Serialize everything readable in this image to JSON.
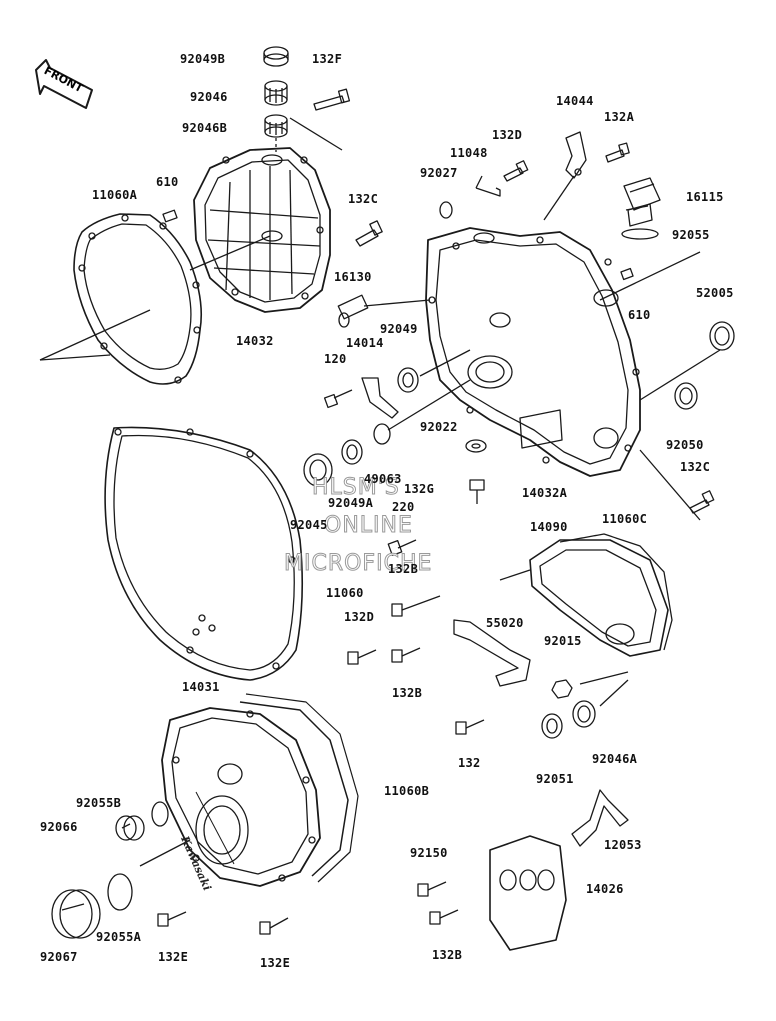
{
  "front_label": "FRONT",
  "watermark": [
    "HLSM'S",
    "ONLINE",
    "MICROFICHE"
  ],
  "parts": [
    {
      "id": "p-92049b",
      "text": "92049B"
    },
    {
      "id": "p-132f",
      "text": "132F"
    },
    {
      "id": "p-92046",
      "text": "92046"
    },
    {
      "id": "p-92046b",
      "text": "92046B"
    },
    {
      "id": "p-610-left",
      "text": "610"
    },
    {
      "id": "p-11060a",
      "text": "11060A"
    },
    {
      "id": "p-132c-top",
      "text": "132C"
    },
    {
      "id": "p-14032",
      "text": "14032"
    },
    {
      "id": "p-16130",
      "text": "16130"
    },
    {
      "id": "p-14044",
      "text": "14044"
    },
    {
      "id": "p-132a",
      "text": "132A"
    },
    {
      "id": "p-132d-top",
      "text": "132D"
    },
    {
      "id": "p-11048",
      "text": "11048"
    },
    {
      "id": "p-92027",
      "text": "92027"
    },
    {
      "id": "p-16115",
      "text": "16115"
    },
    {
      "id": "p-92055",
      "text": "92055"
    },
    {
      "id": "p-52005",
      "text": "52005"
    },
    {
      "id": "p-610-right",
      "text": "610"
    },
    {
      "id": "p-92049",
      "text": "92049"
    },
    {
      "id": "p-14014",
      "text": "14014"
    },
    {
      "id": "p-120",
      "text": "120"
    },
    {
      "id": "p-92022",
      "text": "92022"
    },
    {
      "id": "p-92050",
      "text": "92050"
    },
    {
      "id": "p-132c-right",
      "text": "132C"
    },
    {
      "id": "p-49063",
      "text": "49063"
    },
    {
      "id": "p-92049a",
      "text": "92049A"
    },
    {
      "id": "p-132g",
      "text": "132G"
    },
    {
      "id": "p-220",
      "text": "220"
    },
    {
      "id": "p-14032a",
      "text": "14032A"
    },
    {
      "id": "p-92045",
      "text": "92045"
    },
    {
      "id": "p-14090",
      "text": "14090"
    },
    {
      "id": "p-11060c",
      "text": "11060C"
    },
    {
      "id": "p-132b-mid",
      "text": "132B"
    },
    {
      "id": "p-11060",
      "text": "11060"
    },
    {
      "id": "p-132d-mid",
      "text": "132D"
    },
    {
      "id": "p-55020",
      "text": "55020"
    },
    {
      "id": "p-92015",
      "text": "92015"
    },
    {
      "id": "p-132b-low",
      "text": "132B"
    },
    {
      "id": "p-132",
      "text": "132"
    },
    {
      "id": "p-92051",
      "text": "92051"
    },
    {
      "id": "p-92046a",
      "text": "92046A"
    },
    {
      "id": "p-14031",
      "text": "14031"
    },
    {
      "id": "p-11060b",
      "text": "11060B"
    },
    {
      "id": "p-92055b",
      "text": "92055B"
    },
    {
      "id": "p-92066",
      "text": "92066"
    },
    {
      "id": "p-12053",
      "text": "12053"
    },
    {
      "id": "p-92150",
      "text": "92150"
    },
    {
      "id": "p-14026",
      "text": "14026"
    },
    {
      "id": "p-92067",
      "text": "92067"
    },
    {
      "id": "p-92055a",
      "text": "92055A"
    },
    {
      "id": "p-132e-left",
      "text": "132E"
    },
    {
      "id": "p-132e-right",
      "text": "132E"
    },
    {
      "id": "p-132b-bottom",
      "text": "132B"
    }
  ],
  "cover_logo_text": "Kawasaki",
  "colors": {
    "line": "#1a1a1a",
    "background": "#ffffff",
    "watermark_outline": "#9a9a9a"
  }
}
